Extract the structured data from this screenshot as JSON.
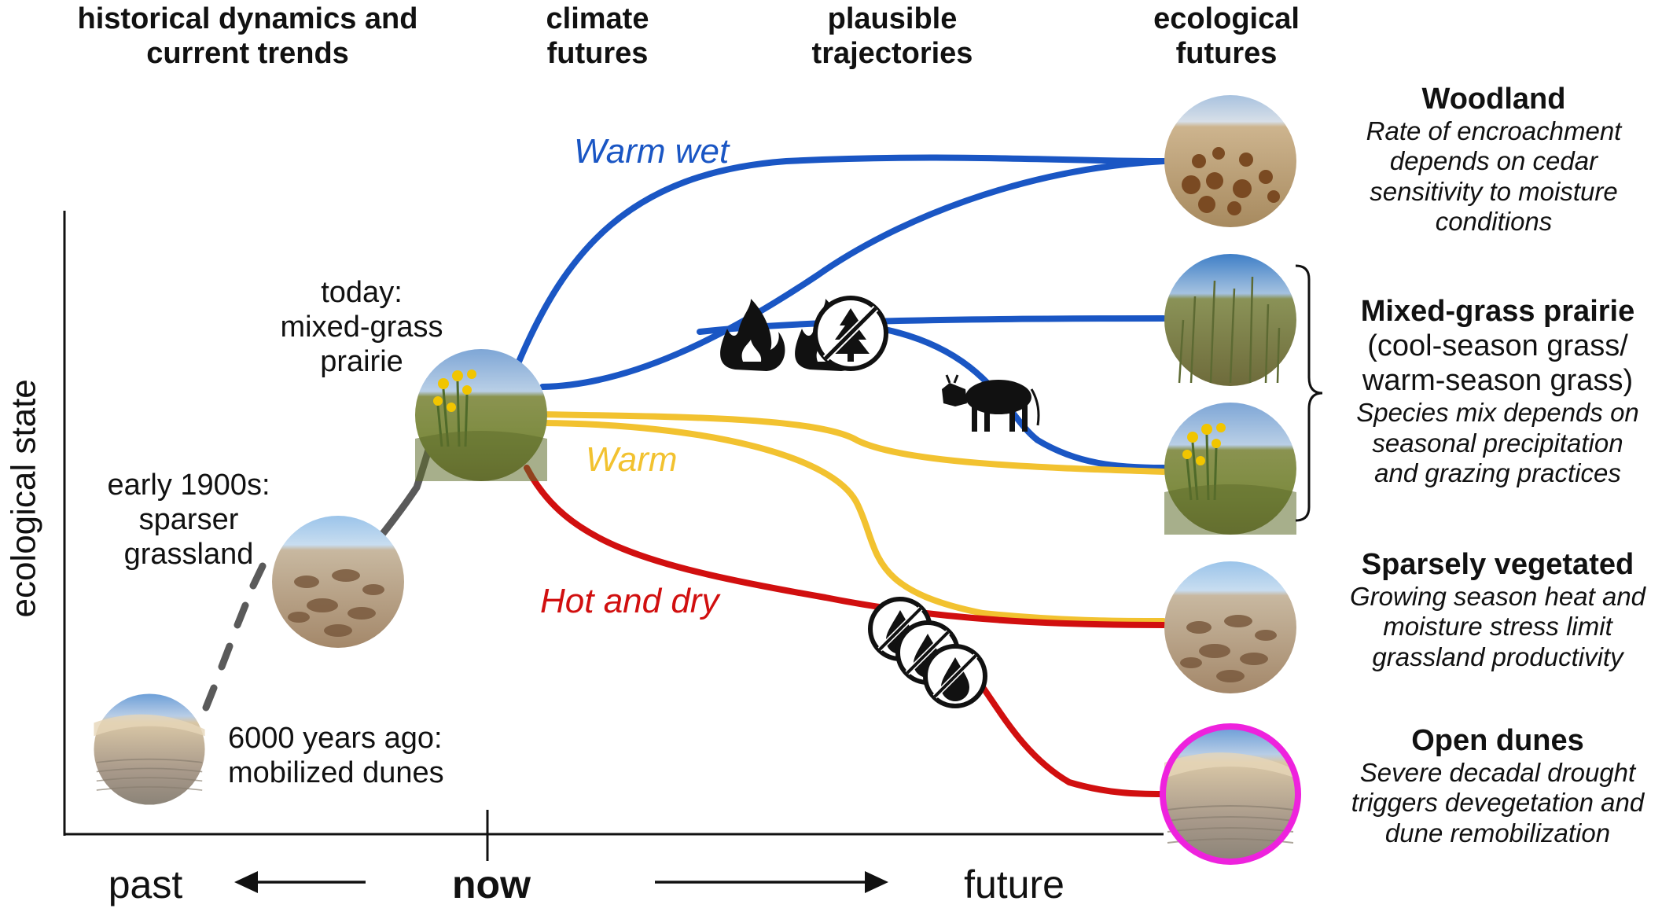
{
  "headers": {
    "historical": [
      "historical dynamics and",
      "current trends"
    ],
    "climate": [
      "climate",
      "futures"
    ],
    "trajectories": [
      "plausible",
      "trajectories"
    ],
    "ecological": [
      "ecological",
      "futures"
    ]
  },
  "axes": {
    "y_label": "ecological state",
    "past": "past",
    "now": "now",
    "future": "future"
  },
  "timeline": {
    "today": [
      "today:",
      "mixed-grass",
      "prairie"
    ],
    "early1900s": [
      "early 1900s:",
      "sparser",
      "grassland"
    ],
    "ago6000": [
      "6000 years ago:",
      "mobilized dunes"
    ]
  },
  "climate_labels": {
    "warm_wet": "Warm wet",
    "warm": "Warm",
    "hot_dry": "Hot and dry"
  },
  "futures": {
    "woodland": {
      "title": "Woodland",
      "desc": [
        "Rate of encroachment",
        "depends on cedar",
        "sensitivity to moisture",
        "conditions"
      ]
    },
    "mixed": {
      "title": "Mixed-grass prairie",
      "sub": [
        "(cool-season grass/",
        "warm-season grass)"
      ],
      "desc": [
        "Species mix depends on",
        "seasonal precipitation",
        "and grazing practices"
      ]
    },
    "sparse": {
      "title": "Sparsely vegetated",
      "desc": [
        "Growing season heat and",
        "moisture stress limit",
        "grassland productivity"
      ]
    },
    "dunes": {
      "title": "Open dunes",
      "desc": [
        "Severe decadal drought",
        "triggers devegetation and",
        "dune remobilization"
      ]
    }
  },
  "icons": [
    "fire-icon",
    "no-tree-icon",
    "cow-icon",
    "no-water-icon"
  ],
  "colors": {
    "warm_wet": "#1a56c4",
    "warm": "#f2c230",
    "hot_dry": "#d10f0f",
    "history": "#5a5a5a",
    "highlight": "#ee22dd"
  }
}
